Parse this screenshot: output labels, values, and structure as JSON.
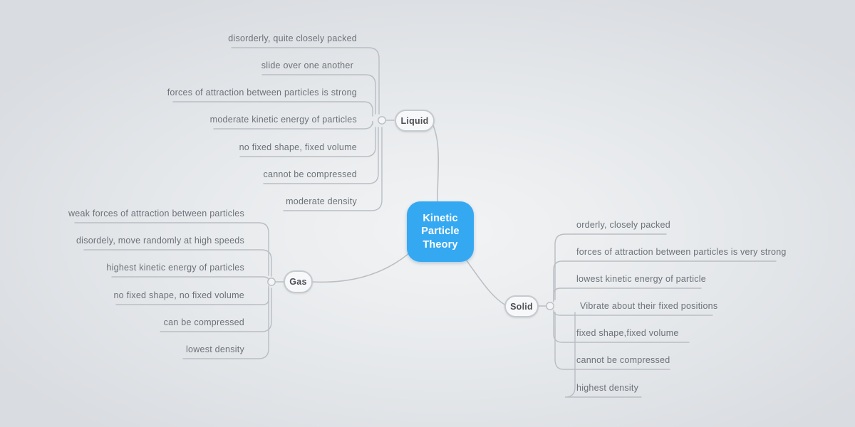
{
  "diagram": {
    "type": "mind-map",
    "title": "Kinetic Particle Theory",
    "background_color": "#dcdfe3",
    "accent_color": "#35a8f2",
    "node_text_color": "#4c5054",
    "leaf_text_color": "#6c7278",
    "connector_color": "#b9bec3"
  },
  "center": {
    "label": "Kinetic Particle Theory",
    "line1": "Kinetic",
    "line2": "Particle",
    "line3": "Theory"
  },
  "branches": [
    {
      "id": "liquid",
      "label": "Liquid",
      "side": "upper-left",
      "leaves": [
        {
          "text": "disorderly, quite closely packed"
        },
        {
          "text": "slide over one another"
        },
        {
          "text": "forces of attraction between particles is strong"
        },
        {
          "text": "moderate kinetic energy of particles"
        },
        {
          "text": "no fixed shape, fixed volume"
        },
        {
          "text": "cannot be compressed"
        },
        {
          "text": "moderate density"
        }
      ]
    },
    {
      "id": "gas",
      "label": "Gas",
      "side": "left",
      "leaves": [
        {
          "text": "weak forces of attraction between particles"
        },
        {
          "text": "disordely, move randomly at high speeds"
        },
        {
          "text": "highest kinetic energy of particles"
        },
        {
          "text": "no fixed shape, no fixed volume"
        },
        {
          "text": "can be compressed"
        },
        {
          "text": "lowest density"
        }
      ]
    },
    {
      "id": "solid",
      "label": "Solid",
      "side": "right",
      "leaves": [
        {
          "text": "orderly, closely packed"
        },
        {
          "text": "forces of attraction between particles is very strong"
        },
        {
          "text": "lowest kinetic energy of particle"
        },
        {
          "text": "Vibrate about their fixed positions"
        },
        {
          "text": "fixed shape,fixed volume"
        },
        {
          "text": "cannot be compressed"
        },
        {
          "text": "highest density"
        }
      ]
    }
  ]
}
